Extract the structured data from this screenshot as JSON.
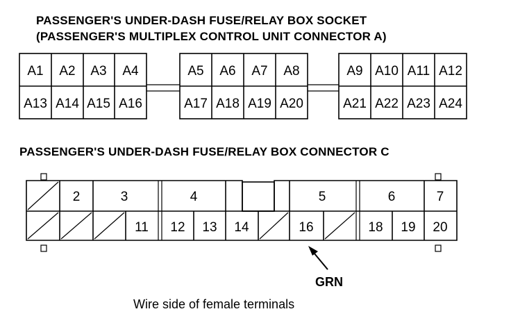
{
  "titles": {
    "socket_line1": "PASSENGER'S UNDER-DASH FUSE/RELAY BOX SOCKET",
    "socket_line2": "(PASSENGER'S MULTIPLEX CONTROL UNIT CONNECTOR A)",
    "connector_c": "PASSENGER'S UNDER-DASH FUSE/RELAY BOX CONNECTOR C"
  },
  "socket_a": {
    "blocks": [
      {
        "top": [
          "A1",
          "A2",
          "A3",
          "A4"
        ],
        "bottom": [
          "A13",
          "A14",
          "A15",
          "A16"
        ]
      },
      {
        "top": [
          "A5",
          "A6",
          "A7",
          "A8"
        ],
        "bottom": [
          "A17",
          "A18",
          "A19",
          "A20"
        ]
      },
      {
        "top": [
          "A9",
          "A10",
          "A11",
          "A12"
        ],
        "bottom": [
          "A21",
          "A22",
          "A23",
          "A24"
        ]
      }
    ]
  },
  "connector_c": {
    "top_labels": [
      "2",
      "3",
      "4",
      "5",
      "6",
      "7"
    ],
    "bottom_labels": [
      "11",
      "12",
      "13",
      "14",
      "16",
      "18",
      "19",
      "20"
    ]
  },
  "annotation": {
    "wire_color": "GRN",
    "points_to_terminal": "16",
    "caption": "Wire side of female terminals"
  }
}
